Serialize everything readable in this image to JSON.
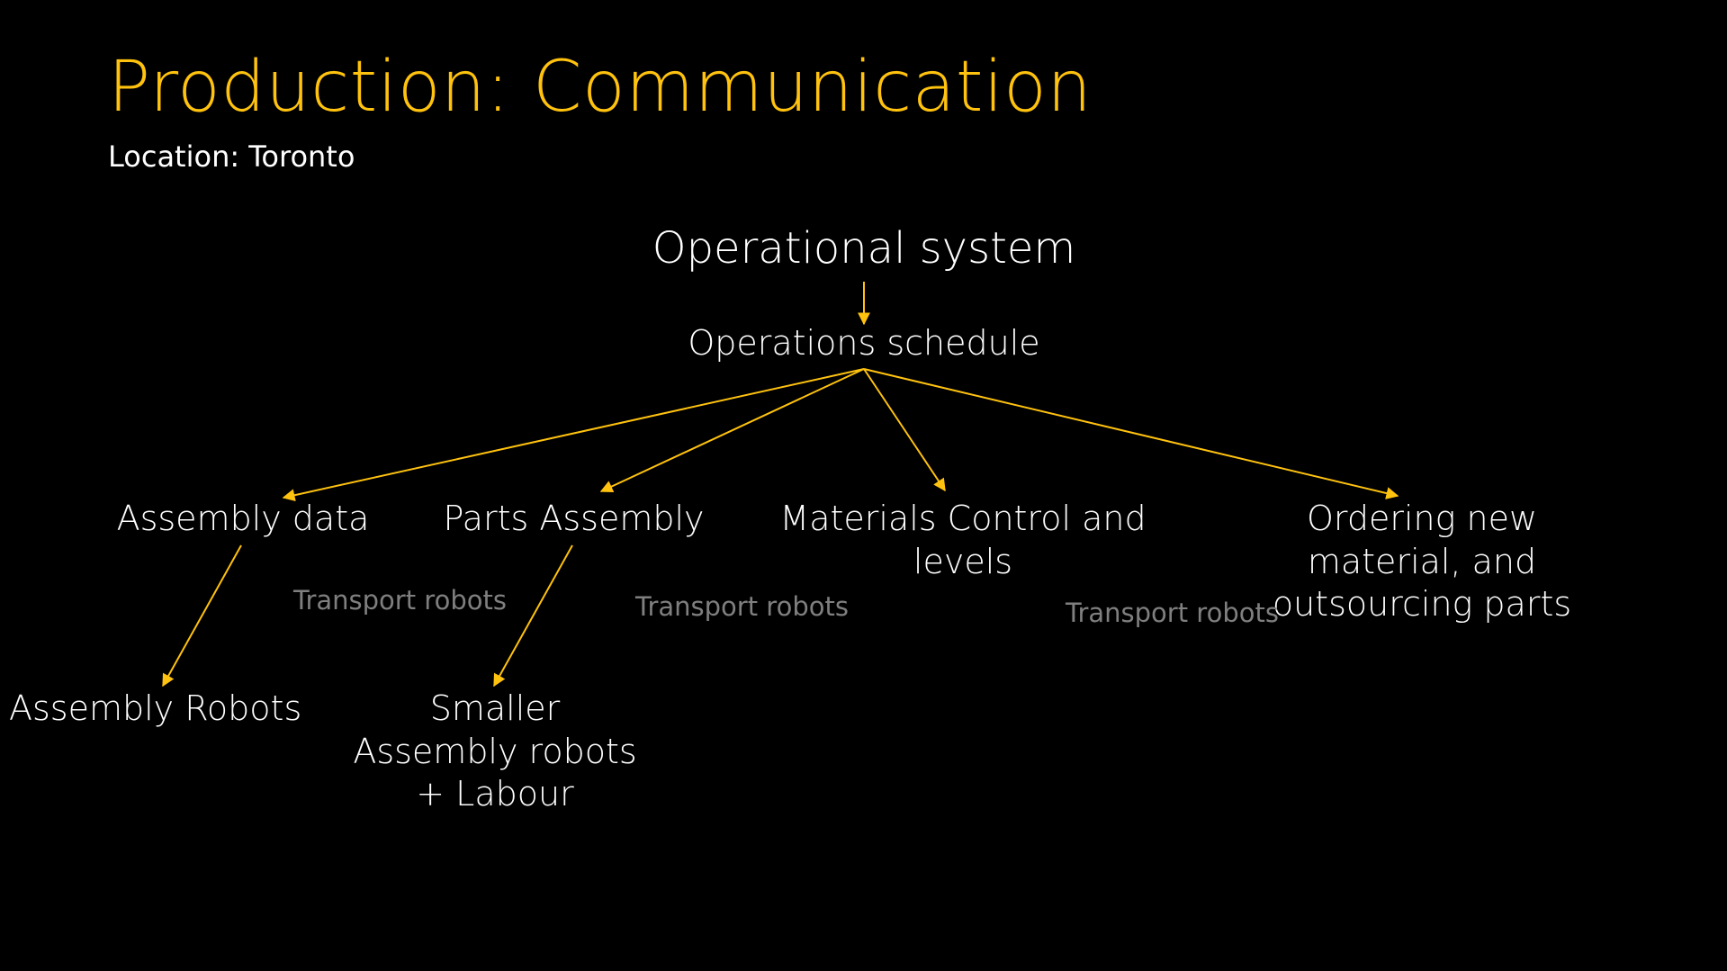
{
  "slide": {
    "title": "Production: Communication",
    "subtitle": "Location: Toronto"
  },
  "diagram": {
    "root": "Operational system",
    "schedule": "Operations schedule",
    "children": [
      {
        "label": "Assembly data"
      },
      {
        "label": "Parts Assembly"
      },
      {
        "label": "Materials Control and levels"
      },
      {
        "label": "Ordering new material, and outsourcing parts"
      }
    ],
    "grandchildren": [
      {
        "label": "Assembly Robots",
        "parent": "Assembly data"
      },
      {
        "label": "Smaller Assembly robots + Labour",
        "parent": "Parts Assembly"
      }
    ],
    "transport_labels": [
      "Transport robots",
      "Transport robots",
      "Transport robots"
    ]
  },
  "colors": {
    "background": "#000000",
    "accent": "#FFC20E",
    "text": "#FFFFFF",
    "muted": "#7F7F7F"
  }
}
